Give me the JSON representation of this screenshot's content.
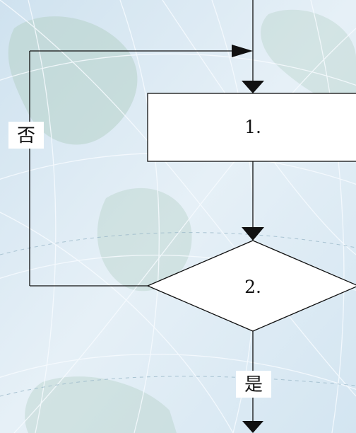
{
  "colors": {
    "background": "#d7e7f2",
    "map_land": "#b7d2c9",
    "grid_line": "#f7fbff",
    "dash_line": "#9ab8c8",
    "stroke": "#111111",
    "box_fill": "#ffffff"
  },
  "flowchart": {
    "process_label": "1.",
    "decision_label": "2.",
    "no_label": "否",
    "yes_label": "是"
  }
}
